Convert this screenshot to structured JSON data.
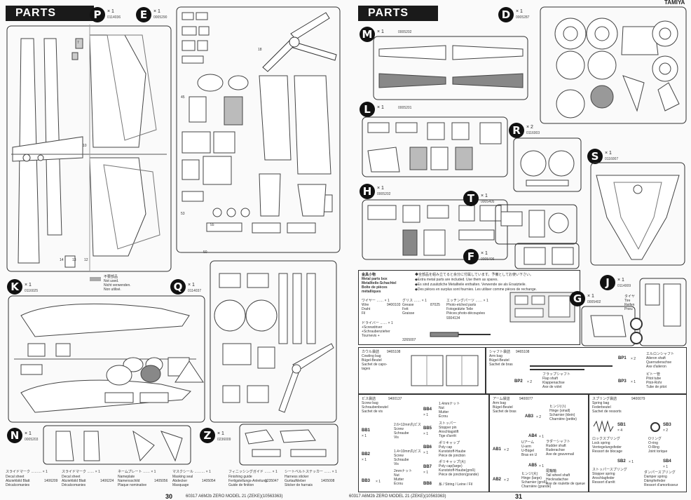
{
  "left": {
    "header": "PARTS",
    "page_number": "30",
    "footer_code": "60317  A6M2b ZERO MODEL 21 (ZEKE)(10563363)",
    "not_used": "不要部品\nNot used.\nNicht verwenden.\nNon utilisé.",
    "sprues": [
      {
        "letter": "P",
        "qty": "× 1",
        "code": "0114036"
      },
      {
        "letter": "E",
        "qty": "× 1",
        "code": "0005290"
      },
      {
        "letter": "K",
        "qty": "× 1",
        "code": "0116025"
      },
      {
        "letter": "Q",
        "qty": "× 1",
        "code": "0114037"
      },
      {
        "letter": "N",
        "qty": "× 1",
        "code": "0005203"
      },
      {
        "letter": "Z",
        "qty": "× 1",
        "code": "0236009"
      }
    ],
    "decals": [
      {
        "jp": "スライドマーク ……… × 1",
        "en": "Decal sheet\nAbziehbild Blatt\nDécalcomanies",
        "code": "1406209"
      },
      {
        "jp": "スライドマーク …… × 1",
        "en": "Decal sheet\nAbziehbild Blatt\nDécalcomanies",
        "code": "1406224"
      },
      {
        "jp": "ネームプレート …… × 1",
        "en": "Nameplate\nNamensschild\nPlaque nominative",
        "code": "1405056"
      },
      {
        "jp": "マスクシール ……… × 1",
        "en": "Masking seal\nAbdecker\nMasquage",
        "code": "1405054"
      },
      {
        "jp": "フィニッシングガイド …… × 1",
        "en": "Finishing guide\nFertigstellungs-Anleitung\nGuide de finition",
        "code": "1235047"
      },
      {
        "jp": "シートベルトステッカー …… × 1",
        "en": "Harness sticker\nGurtaufkleber\nSticker de harnais",
        "code": "1405008"
      }
    ]
  },
  "right": {
    "header": "PARTS",
    "page_number": "31",
    "footer_code": "60317  A6M2b ZERO MODEL 21 (ZEKE)(10563363)",
    "corner_logo": "TAMIYA",
    "sprues": [
      {
        "letter": "D",
        "qty": "× 1",
        "code": "0005287"
      },
      {
        "letter": "M",
        "qty": "× 1",
        "code": "0005202"
      },
      {
        "letter": "L",
        "qty": "× 1",
        "code": "0005201"
      },
      {
        "letter": "R",
        "qty": "× 2",
        "code": "0116003"
      },
      {
        "letter": "S",
        "qty": "× 1",
        "code": "0116007"
      },
      {
        "letter": "H",
        "qty": "× 1",
        "code": "0005202"
      },
      {
        "letter": "T",
        "qty": "× 1",
        "code": "0005405"
      },
      {
        "letter": "F",
        "qty": "× 1",
        "code": "0005406"
      },
      {
        "letter": "G",
        "qty": "× 1",
        "code": "0005402"
      },
      {
        "letter": "J",
        "qty": "× 1",
        "code": "0114009"
      }
    ],
    "metal_box": {
      "title": "金具小物\nMetal parts box\nMetallteile-Schachtel\nBoîte de pièces\nmétalliques",
      "note_jp1": "◆全部品を組み立てると余分に付属しています。予備としてお使い下さい。",
      "note_en1": "◆Extra metal parts are included. Use them as spares.",
      "note_de1": "◆Es sind zusätzliche Metallteile enthalten. Verwende sie als Ersatzteile.",
      "note_fr1": "◆Des pièces en surplus sont fournies. Les utiliser comme pièces de rechange.",
      "wire": "ワイヤー …… × 1\nWire\nDraht\nFil",
      "wire_code": "9400103",
      "grease": "グリス …… × 1\nGrease\nFett\nGraisse",
      "grease_code": "87025",
      "etching": "エッチングパーツ …… × 1\nPhoto-etched parts\nFotogeätzte Teile\nPièces photo-découpées",
      "etching_code": "9304134",
      "driver": "ドライバー …… × 1\n+Screwdriver\n+Schraubenzieher\nTournevis +",
      "driver_code": "3265007"
    },
    "cowling_bag": {
      "title": "カウル袋詰\nCowling bag\nBügel-Beutel\nSachet de capo-\ntages",
      "code": "9465108"
    },
    "arm_bag_top": {
      "title": "シャフト袋詰\nArm bag\nBügel-Beutel\nSachet de bras",
      "code": "9465108",
      "items": [
        {
          "id": "BP1",
          "qty": "× 2",
          "desc": "エルロンシャフト\nAileron shaft\nQuerruderachse\nAxe d'aileron"
        },
        {
          "id": "BP2",
          "qty": "× 2",
          "desc": "フラップシャフト\nFlap shaft\nKlappenachse\nAxe de volet"
        },
        {
          "id": "BP3",
          "qty": "× 1",
          "desc": "ピトー管\nPitot tube\nPitot-Rohr\nTube de pitot"
        }
      ]
    },
    "screw_bag": {
      "title": "ビス袋詰\nScrew bag\nSchraubenbeutel\nSachet de vis",
      "code": "9400137",
      "items": [
        {
          "id": "BB1",
          "qty": "× 1",
          "desc": "2.6×12mm丸ビス\nScrew\nSchraube\nVis"
        },
        {
          "id": "BB2",
          "qty": "× 1",
          "desc": "1.4×10mm丸ビス\nScrew\nSchraube\nVis"
        },
        {
          "id": "BB3",
          "qty": "× 1",
          "desc": "2mmナット\nNut\nMutter\nÉcrou"
        },
        {
          "id": "BB4",
          "qty": "× 1",
          "desc": "1.4mmナット\nNut\nMutter\nÉcrou"
        },
        {
          "id": "BB5",
          "qty": "× 1",
          "desc": "ストッパー\nStopper pin\nAnschlagstift\nTige d'arrêt"
        },
        {
          "id": "BB6",
          "qty": "× 1",
          "desc": "ポリキャップ\nPoly cap\nKunststoff-Haube\nPièce de jonction"
        },
        {
          "id": "BB7",
          "qty": "× 1",
          "desc": "ポリキャップ(大)\nPoly cap(large)\nKunststoff-Haube(groß)\nPièce de jonction(grande)"
        },
        {
          "id": "BB8",
          "qty": "× 1",
          "desc": "糸 / String / Leine / Fil"
        }
      ]
    },
    "arm_bag_mid": {
      "title": "アーム袋詰\nArm bag\nBügel-Beutel\nSachet de bras",
      "code": "9400077",
      "items": [
        {
          "id": "AB1",
          "qty": "× 2",
          "desc": "Uアーム\nU-arm\nU-Bügel\nBras en U"
        },
        {
          "id": "AB2",
          "qty": "× 2",
          "desc": "ヒンジ(大)\nHinge (large)\nScharnier (groß)\nCharnière (grande)"
        },
        {
          "id": "AB3",
          "qty": "× 2",
          "desc": "ヒンジ(小)\nHinge (small)\nScharnier (klein)\nCharnière (petite)"
        },
        {
          "id": "AB4",
          "qty": "× 1",
          "desc": "ラダーシャフト\nRudder shaft\nRuderachse\nAxe de gouvernail"
        },
        {
          "id": "AB5",
          "qty": "× 1",
          "desc": "尾輪軸\nTail wheel shaft\nHeckradachse\nAxe de roulette de queue"
        }
      ]
    },
    "spring_bag": {
      "title": "スプリング袋詰\nSpring bag\nFederbeutel\nSachet de ressorts",
      "code": "9400079",
      "items": [
        {
          "id": "SB1",
          "qty": "× 4",
          "desc": "ロックスプリング\nLock spring\nVerriegelungsfeder\nRessort de blocage"
        },
        {
          "id": "SB2",
          "qty": "× 1",
          "desc": "ストッパースプリング\nStopper spring\nAnschlagfeder\nRessort d'arrêt"
        },
        {
          "id": "SB3",
          "qty": "× 2",
          "desc": "Oリング\nO-ring\nO-Ring\nJoint torique"
        },
        {
          "id": "SB4",
          "qty": "× 1",
          "desc": "ダンパースプリング\nDamper spring\nDämpferfeder\nRessort d'amortisseur"
        }
      ]
    },
    "tyre_label": "タイヤ\nTire\nReifen\nPneu"
  }
}
